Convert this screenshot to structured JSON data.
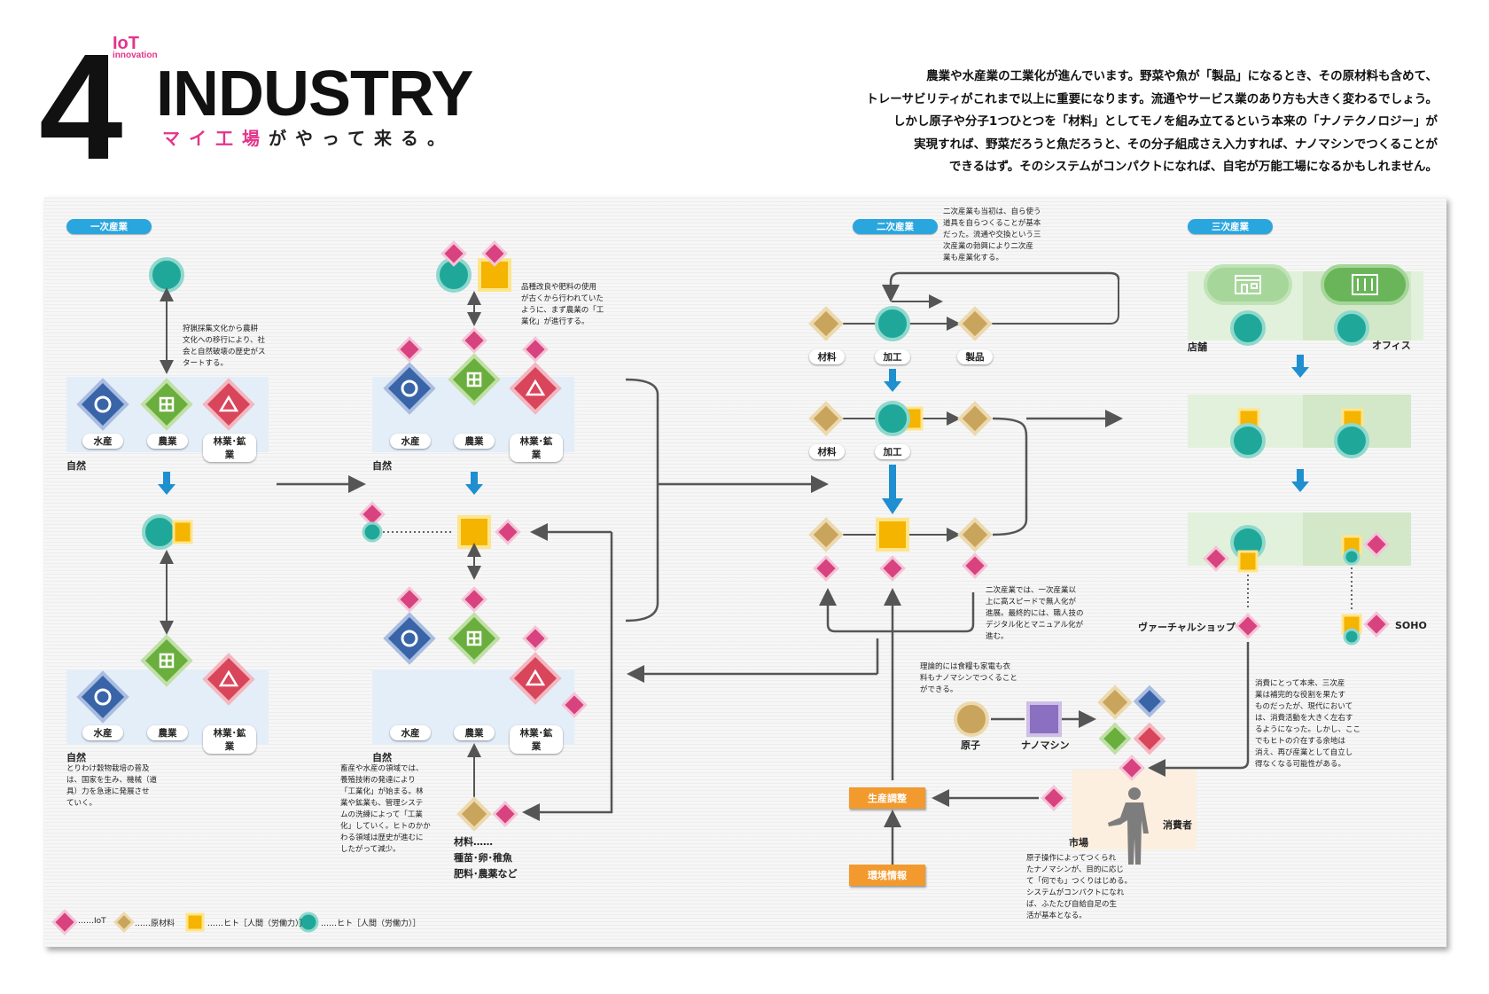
{
  "header": {
    "number": "4",
    "iot": "IoT",
    "innovation": "innovation",
    "title": "INDUSTRY",
    "tagline_pink": "マイ工場",
    "tagline_rest": "がやって来る。"
  },
  "intro": [
    "農業や水産業の工業化が進んでいます。野菜や魚が「製品」になるとき、その原材料も含めて、",
    "トレーサビリティがこれまで以上に重要になります。流通やサービス業のあり方も大きく変わるでしょう。",
    "しかし原子や分子1つひとつを「材料」としてモノを組み立てるという本来の「ナノテクノロジー」が",
    "実現すれば、野菜だろうと魚だろうと、その分子組成さえ入力すれば、ナノマシンでつくることが",
    "できるはず。そのシステムがコンパクトになれば、自宅が万能工場になるかもしれません。"
  ],
  "sections": {
    "primary": "一次産業",
    "secondary": "二次産業",
    "tertiary": "三次産業"
  },
  "labels": {
    "fishery": "水産",
    "agriculture": "農業",
    "forestry_mining": "林業･鉱業",
    "nature": "自然",
    "material": "材料",
    "processing": "加工",
    "product": "製品",
    "store": "店舗",
    "office": "オフィス",
    "virtual_shop": "ヴァーチャルショップ",
    "soho": "SOHO",
    "atom": "原子",
    "nanomachine": "ナノマシン",
    "market": "市場",
    "consumer": "消費者",
    "production_adjust": "生産調整",
    "environment_info": "環境情報",
    "materials_list_1": "材料……",
    "materials_list_2": "種苗･卵･稚魚",
    "materials_list_3": "肥料･農薬など"
  },
  "notes": {
    "hunting": [
      "狩猟採集文化から農耕",
      "文化への移行により、社",
      "会と自然破壊の歴史がス",
      "タートする。"
    ],
    "grain": [
      "とりわけ穀物栽培の普及",
      "は、国家を生み、機械（道",
      "具）力を急速に発展させ",
      "ていく。"
    ],
    "breeding": [
      "品種改良や肥料の使用",
      "が古くから行われていた",
      "ように、まず農業の「工",
      "業化」が進行する。"
    ],
    "livestock": [
      "畜産や水産の領域では、",
      "養殖技術の発達により",
      "「工業化」が始まる。林",
      "業や鉱業も、管理システ",
      "ムの洗練によって「工業",
      "化」していく。ヒトのかか",
      "わる領域は歴史が進むに",
      "したがって減少。"
    ],
    "secondary_start": [
      "二次産業も当初は、自ら使う",
      "道具を自らつくることが基本",
      "だった。流通や交換という三",
      "次産業の勃興により二次産",
      "業も産業化する。"
    ],
    "secondary_speed": [
      "二次産業では、一次産業以",
      "上に高スピードで無人化が",
      "進展。最終的には、職人技の",
      "デジタル化とマニュアル化が",
      "進む。"
    ],
    "theory": [
      "理論的には食糧も家電も衣",
      "料もナノマシンでつくること",
      "ができる。"
    ],
    "tertiary_role": [
      "消費にとって本来、三次産",
      "業は補完的な役割を果たす",
      "ものだったが、現代において",
      "は、消費活動を大きく左右す",
      "るようになった。しかし、ここ",
      "でもヒトの介在する余地は",
      "消え、再び産業として自立し",
      "得なくなる可能性がある。"
    ],
    "atom_op": [
      "原子操作によってつくられ",
      "たナノマシンが、目的に応じ",
      "て「何でも」つくりはじめる。",
      "システムがコンパクトになれ",
      "ば、ふたたび自給自足の生",
      "活が基本となる。"
    ]
  },
  "legend": {
    "iot": "IoT",
    "raw": "原材料",
    "human_yellow": "ヒト［人間（労働力）］",
    "human_teal": "ヒト［人間（労働力）］"
  },
  "colors": {
    "iot_pink": "#d8437f",
    "raw_tan": "#c9a45c",
    "human_yellow": "#f4b400",
    "human_teal": "#1fa89a",
    "fishery_blue": "#3a64a8",
    "agri_green": "#6aae3d",
    "forest_red": "#d9455a",
    "nano_purple": "#8b6fc0",
    "section_blue": "#2aa6df",
    "orange": "#f29a2e"
  }
}
